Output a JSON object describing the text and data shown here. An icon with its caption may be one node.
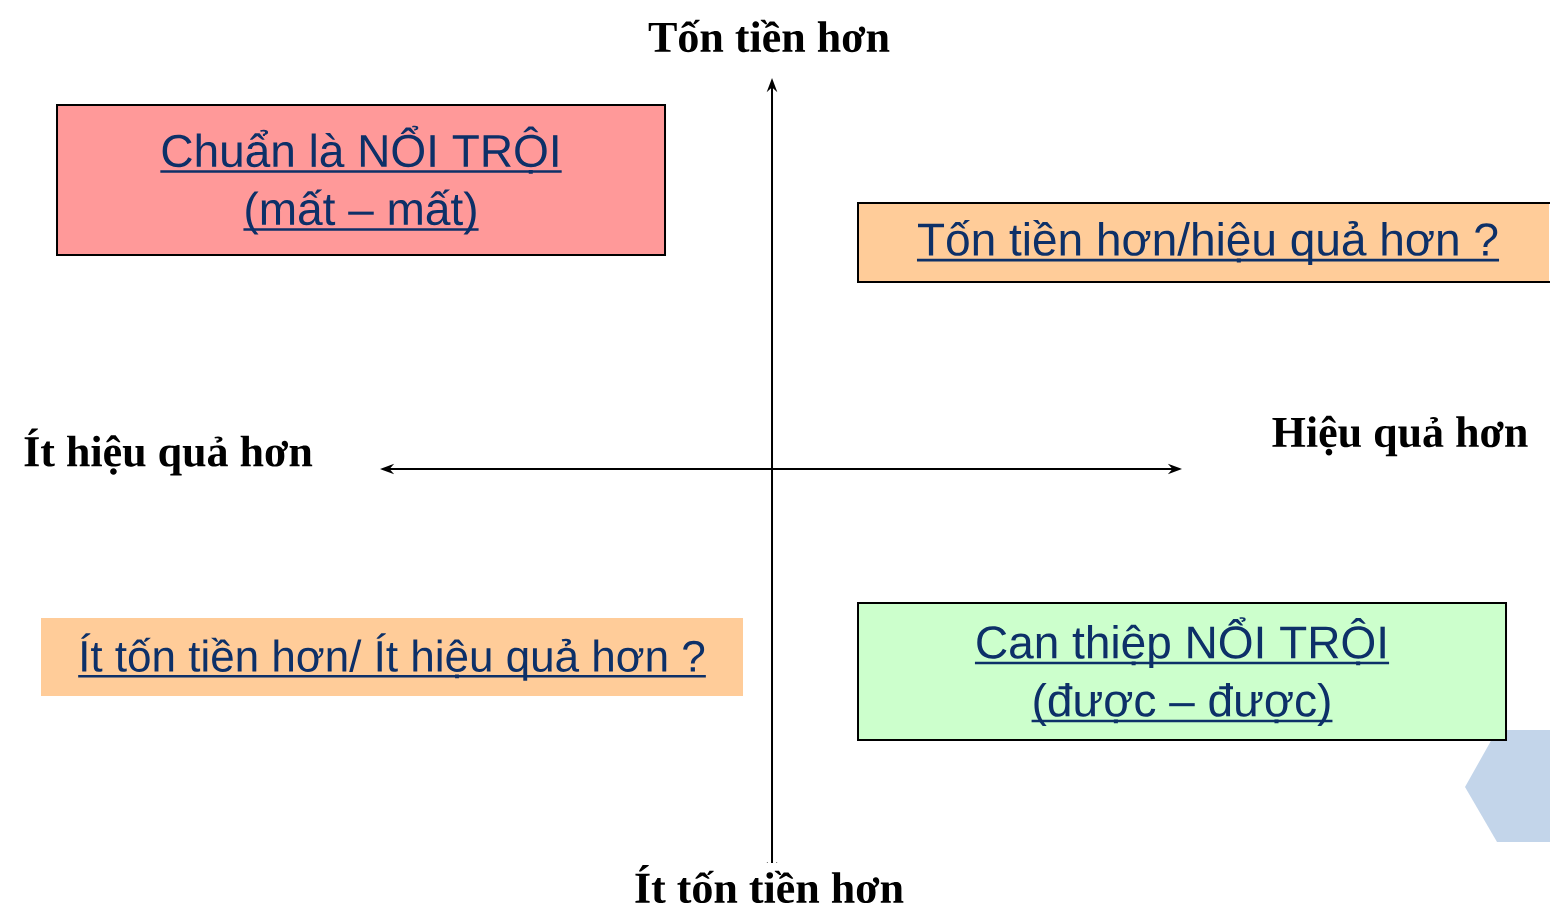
{
  "diagram": {
    "nodes": [
      {
        "text": [
          "Chuẩn là NỔI TRỘI",
          "(mất – mất)"
        ]
      },
      {
        "text": [
          "Tốn tiền hơn/hiệu quả hơn ?"
        ]
      },
      {
        "text": [
          "Ít tốn tiền hơn/ Ít hiệu quả hơn ?"
        ]
      },
      {
        "text": [
          "Can thiệp NỔI TRỘI",
          "(được – được)"
        ]
      },
      {
        "text": [],
        "shape": "hexagon"
      }
    ],
    "labels": [
      "Tốn tiền hơn",
      "Ít hiệu quả hơn",
      "Hiệu quả hơn",
      "Ít tốn tiền hơn"
    ]
  }
}
